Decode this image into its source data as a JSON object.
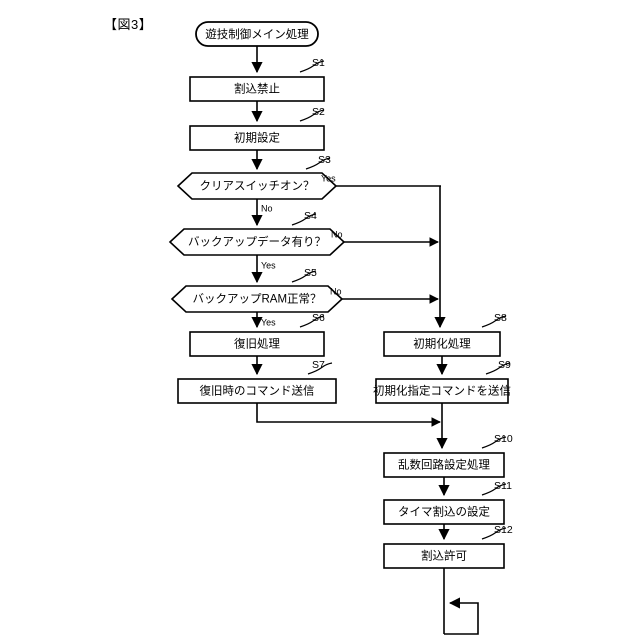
{
  "figure": {
    "label": "【図3】"
  },
  "flowchart": {
    "type": "flowchart",
    "title": "遊技制御メイン処理",
    "start_terminal": {
      "id": "start",
      "label": "遊技制御メイン処理",
      "shape": "rounded-terminal"
    },
    "nodes": [
      {
        "id": "S1",
        "step": "S1",
        "label": "割込禁止",
        "shape": "process",
        "column": "left"
      },
      {
        "id": "S2",
        "step": "S2",
        "label": "初期設定",
        "shape": "process",
        "column": "left"
      },
      {
        "id": "S3",
        "step": "S3",
        "label": "クリアスイッチオン？",
        "shape": "decision",
        "column": "left"
      },
      {
        "id": "S4",
        "step": "S4",
        "label": "バックアップデータ有り？",
        "shape": "decision",
        "column": "left"
      },
      {
        "id": "S5",
        "step": "S5",
        "label": "バックアップRAM正常？",
        "shape": "decision",
        "column": "left"
      },
      {
        "id": "S6",
        "step": "S6",
        "label": "復旧処理",
        "shape": "process",
        "column": "left"
      },
      {
        "id": "S7",
        "step": "S7",
        "label": "復旧時のコマンド送信",
        "shape": "process",
        "column": "left"
      },
      {
        "id": "S8",
        "step": "S8",
        "label": "初期化処理",
        "shape": "process",
        "column": "right"
      },
      {
        "id": "S9",
        "step": "S9",
        "label": "初期化指定コマンドを送信",
        "shape": "process",
        "column": "right"
      },
      {
        "id": "S10",
        "step": "S10",
        "label": "乱数回路設定処理",
        "shape": "process",
        "column": "right"
      },
      {
        "id": "S11",
        "step": "S11",
        "label": "タイマ割込の設定",
        "shape": "process",
        "column": "right"
      },
      {
        "id": "S12",
        "step": "S12",
        "label": "割込許可",
        "shape": "process",
        "column": "right"
      }
    ],
    "branch_labels": {
      "s3_yes": "Yes",
      "s3_no": "No",
      "s4_no": "No",
      "s4_yes": "Yes",
      "s5_no": "No",
      "s5_yes": "Yes"
    },
    "edges": [
      {
        "from": "start",
        "to": "S1",
        "label": ""
      },
      {
        "from": "S1",
        "to": "S2",
        "label": ""
      },
      {
        "from": "S2",
        "to": "S3",
        "label": ""
      },
      {
        "from": "S3",
        "to": "S8",
        "label": "Yes"
      },
      {
        "from": "S3",
        "to": "S4",
        "label": "No"
      },
      {
        "from": "S4",
        "to": "S8",
        "label": "No"
      },
      {
        "from": "S4",
        "to": "S5",
        "label": "Yes"
      },
      {
        "from": "S5",
        "to": "S8",
        "label": "No"
      },
      {
        "from": "S5",
        "to": "S6",
        "label": "Yes"
      },
      {
        "from": "S6",
        "to": "S7",
        "label": ""
      },
      {
        "from": "S7",
        "to": "S10",
        "label": ""
      },
      {
        "from": "S8",
        "to": "S9",
        "label": ""
      },
      {
        "from": "S9",
        "to": "S10",
        "label": ""
      },
      {
        "from": "S10",
        "to": "S11",
        "label": ""
      },
      {
        "from": "S11",
        "to": "S12",
        "label": ""
      },
      {
        "from": "S12",
        "to": "S12",
        "label": "loop"
      }
    ],
    "colors": {
      "stroke": "#000000",
      "fill": "#ffffff",
      "background": "#ffffff"
    }
  }
}
